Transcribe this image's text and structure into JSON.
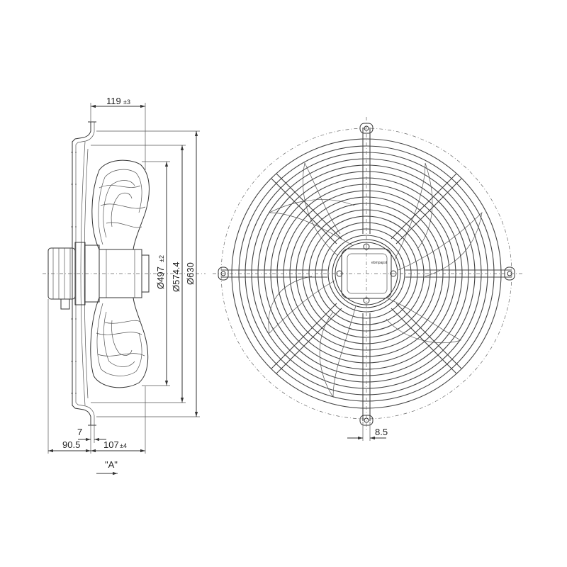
{
  "dimensions": {
    "depth_total": {
      "value": "119",
      "tol": "±3"
    },
    "dia_blade": {
      "value": "Ø497",
      "tol": "±2"
    },
    "dia_holes": {
      "value": "Ø574.4"
    },
    "dia_outer": {
      "value": "Ø630"
    },
    "flange": {
      "value": "7"
    },
    "motor_overhang": {
      "value": "90.5"
    },
    "depth_front": {
      "value": "107",
      "tol": "±4"
    },
    "hole_size": {
      "value": "8.5"
    },
    "view_label": {
      "value": "\"A\""
    }
  },
  "brand_logo": {
    "text": "ebmpapst"
  },
  "colors": {
    "line": "#333333",
    "background": "#ffffff"
  }
}
